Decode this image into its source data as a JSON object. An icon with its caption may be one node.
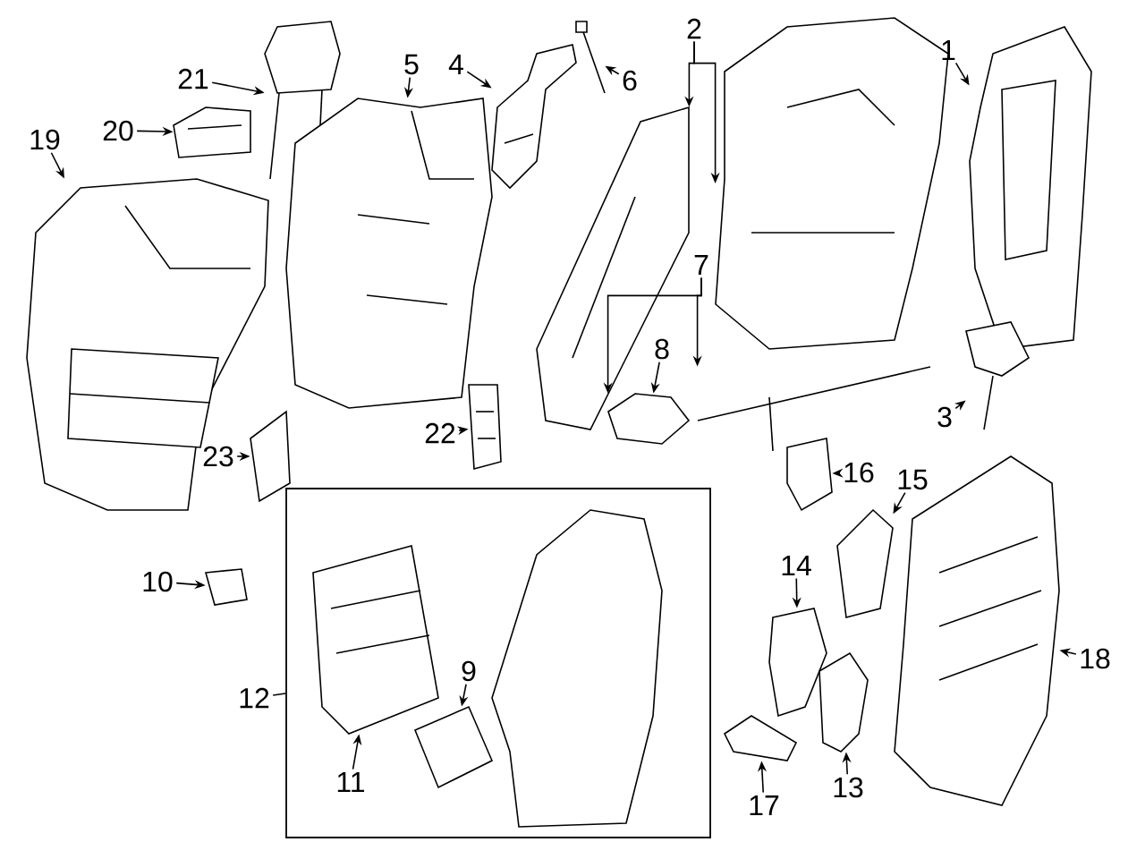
{
  "diagram": {
    "nodes": [
      {
        "text": [],
        "shape": "box"
      },
      {
        "text": [
          "1"
        ]
      },
      {
        "text": [
          "2"
        ]
      },
      {
        "text": [
          "3"
        ]
      },
      {
        "text": [
          "4"
        ]
      },
      {
        "text": [
          "5"
        ]
      },
      {
        "text": [
          "6"
        ]
      },
      {
        "text": [
          "7"
        ]
      },
      {
        "text": [
          "8"
        ]
      },
      {
        "text": [
          "9"
        ],
        "in": 0
      },
      {
        "text": [
          "10"
        ]
      },
      {
        "text": [
          "11"
        ],
        "in": 0
      },
      {
        "text": [
          "12"
        ]
      },
      {
        "text": [
          "13"
        ]
      },
      {
        "text": [
          "14"
        ]
      },
      {
        "text": [
          "15"
        ]
      },
      {
        "text": [
          "16"
        ]
      },
      {
        "text": [
          "17"
        ]
      },
      {
        "text": [
          "18"
        ]
      },
      {
        "text": [
          "19"
        ]
      },
      {
        "text": [
          "20"
        ]
      },
      {
        "text": [
          "21"
        ]
      },
      {
        "text": [
          "22"
        ]
      },
      {
        "text": [
          "23"
        ]
      },
      {
        "text": [],
        "shape": "picture"
      },
      {
        "text": [],
        "shape": "picture"
      },
      {
        "text": [],
        "shape": "picture"
      },
      {
        "text": [],
        "shape": "picture"
      },
      {
        "text": [],
        "shape": "picture"
      },
      {
        "text": [],
        "shape": "picture"
      },
      {
        "text": [],
        "shape": "picture"
      },
      {
        "text": [],
        "shape": "picture"
      },
      {
        "text": [],
        "shape": "picture"
      },
      {
        "text": [],
        "shape": "picture"
      },
      {
        "text": [],
        "shape": "picture"
      },
      {
        "text": [],
        "shape": "picture"
      },
      {
        "text": [],
        "shape": "picture"
      },
      {
        "text": [],
        "shape": "picture"
      },
      {
        "text": [],
        "shape": "picture"
      },
      {
        "text": [],
        "shape": "picture"
      },
      {
        "text": [],
        "shape": "picture"
      },
      {
        "text": [],
        "shape": "picture"
      },
      {
        "text": [],
        "shape": "picture"
      },
      {
        "text": [],
        "shape": "picture",
        "in": 0
      },
      {
        "text": [],
        "shape": "picture",
        "in": 0
      },
      {
        "text": [],
        "shape": "picture"
      },
      {
        "text": [],
        "shape": "picture"
      }
    ],
    "edges": [
      {
        "from": 1,
        "to": 32,
        "arrow": "to"
      },
      {
        "from": 2,
        "to": 30,
        "arrow": "to"
      },
      {
        "from": 2,
        "to": 31,
        "arrow": "to"
      },
      {
        "from": 3,
        "to": 35,
        "arrow": "to"
      },
      {
        "from": 4,
        "to": 28,
        "arrow": "to"
      },
      {
        "from": 5,
        "to": 27,
        "arrow": "to"
      },
      {
        "from": 6,
        "to": 29,
        "arrow": "to"
      },
      {
        "from": 7,
        "to": 34,
        "arrow": "to"
      },
      {
        "from": 7,
        "to": 33,
        "arrow": "to"
      },
      {
        "from": 8,
        "to": 34,
        "arrow": "to"
      },
      {
        "from": 9,
        "to": 44,
        "arrow": "to"
      },
      {
        "from": 10,
        "to": 38,
        "arrow": "to"
      },
      {
        "from": 11,
        "to": 43,
        "arrow": "to"
      },
      {
        "from": 12,
        "to": 0,
        "arrow": "none"
      },
      {
        "from": 13,
        "to": 46,
        "arrow": "to"
      },
      {
        "from": 14,
        "to": 41,
        "arrow": "to"
      },
      {
        "from": 15,
        "to": 40,
        "arrow": "to"
      },
      {
        "from": 16,
        "to": 39,
        "arrow": "to"
      },
      {
        "from": 17,
        "to": 45,
        "arrow": "to"
      },
      {
        "from": 18,
        "to": 42,
        "arrow": "to"
      },
      {
        "from": 19,
        "to": 24,
        "arrow": "to"
      },
      {
        "from": 20,
        "to": 25,
        "arrow": "to"
      },
      {
        "from": 21,
        "to": 26,
        "arrow": "to"
      },
      {
        "from": 22,
        "to": 37,
        "arrow": "to"
      },
      {
        "from": 23,
        "to": 36,
        "arrow": "to"
      }
    ]
  }
}
